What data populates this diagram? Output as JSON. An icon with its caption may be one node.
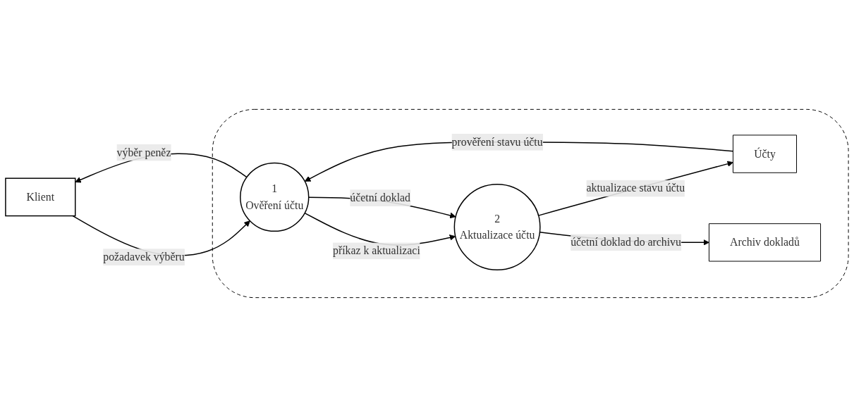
{
  "diagram": {
    "nodes": [
      {
        "text": [
          "Klient"
        ]
      },
      {
        "text": [],
        "shape": "box"
      },
      {
        "text": [
          "1",
          "Ověření účtu"
        ],
        "in": 1
      },
      {
        "text": [
          "2",
          "Aktualizace účtu"
        ],
        "in": 1
      },
      {
        "text": [
          "Účty"
        ],
        "in": 1
      },
      {
        "text": [
          "Archiv dokladů"
        ],
        "in": 1
      }
    ],
    "edges": [
      {
        "from": 0,
        "to": 2,
        "arrow": "to",
        "label": "požadavek výběru"
      },
      {
        "from": 2,
        "to": 0,
        "arrow": "to",
        "label": "výběr peněz"
      },
      {
        "from": 2,
        "to": 3,
        "arrow": "to",
        "label": "příkaz k aktualizaci"
      },
      {
        "from": 2,
        "to": 3,
        "arrow": "to",
        "label": "účetní doklad"
      },
      {
        "from": 4,
        "to": 2,
        "arrow": "to",
        "label": "prověření stavu účtu"
      },
      {
        "from": 3,
        "to": 4,
        "arrow": "to",
        "label": "aktualizace stavu účtu"
      },
      {
        "from": 3,
        "to": 5,
        "arrow": "to",
        "label": "účetní doklad do archivu"
      }
    ]
  }
}
